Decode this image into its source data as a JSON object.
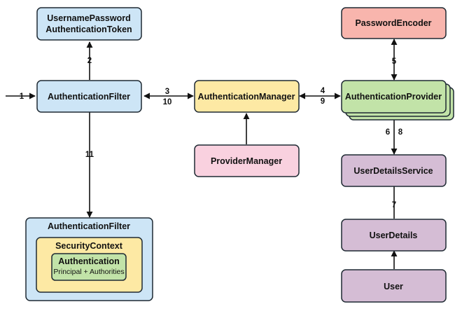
{
  "colors": {
    "blue": "#cde5f6",
    "yellow": "#fde9a4",
    "pink": "#f9d1df",
    "salmon": "#f8b5ad",
    "green": "#c2e3a8",
    "purple": "#d5bdd5",
    "stroke": "#1f2a33"
  },
  "nodes": {
    "token": {
      "line1": "UsernamePassword",
      "line2": "AuthenticationToken"
    },
    "filter": {
      "label": "AuthenticationFilter"
    },
    "manager": {
      "label": "AuthenticationManager"
    },
    "provider_manager": {
      "label": "ProviderManager"
    },
    "password_encoder": {
      "label": "PasswordEncoder"
    },
    "provider": {
      "label": "AuthenticationProvider"
    },
    "user_details_service": {
      "label": "UserDetailsService"
    },
    "user_details": {
      "label": "UserDetails"
    },
    "user": {
      "label": "User"
    },
    "filter_bottom": {
      "label": "AuthenticationFilter"
    },
    "security_context": {
      "label": "SecurityContext"
    },
    "authentication": {
      "label": "Authentication",
      "sub": "Principal + Authorities"
    }
  },
  "edges": {
    "e1": "1",
    "e2": "2",
    "e3": "3",
    "e10": "10",
    "e11": "11",
    "e4": "4",
    "e9": "9",
    "e5": "5",
    "e6": "6",
    "e8": "8",
    "e7": "7"
  }
}
